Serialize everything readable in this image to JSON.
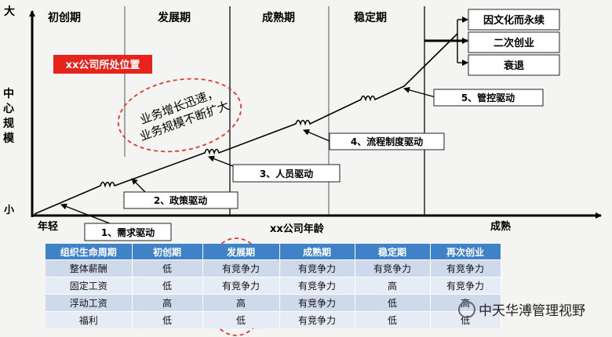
{
  "axes": {
    "y_top": "大",
    "y_bottom": "小",
    "y_title": [
      "中",
      "心",
      "规",
      "模"
    ],
    "x_start": "年轻",
    "x_title": "xx公司年龄",
    "x_end": "成熟"
  },
  "stages": [
    "初创期",
    "发展期",
    "成熟期",
    "稳定期"
  ],
  "company_position": "xx公司所处位置",
  "annotation": [
    "业务增长迅速，",
    "业务规模不断扩大"
  ],
  "drivers": [
    "1、需求驱动",
    "2、政策驱动",
    "3、人员驱动",
    "4、流程制度驱动",
    "5、管控驱动"
  ],
  "outcomes": [
    "因文化而永续",
    "二次创业",
    "衰退"
  ],
  "table": {
    "headers": [
      "组织生命周期",
      "初创期",
      "发展期",
      "成熟期",
      "稳定期",
      "再次创业"
    ],
    "rows": [
      [
        "整体薪酬",
        "低",
        "有竞争力",
        "有竞争力",
        "有竞争力",
        "有竞争力"
      ],
      [
        "固定工资",
        "低",
        "有竞争力",
        "有竞争力",
        "高",
        "有竞争力"
      ],
      [
        "浮动工资",
        "高",
        "高",
        "有竞争力",
        "低",
        "高"
      ],
      [
        "福利",
        "低",
        "低",
        "有竞争力",
        "低",
        "低"
      ]
    ]
  },
  "watermark": "中天华溥管理视野",
  "colors": {
    "accent_red": "#e8231c",
    "table_header": "#3f82c8",
    "table_row": "#cfd9ec",
    "table_row_alt": "#e6ecf5"
  }
}
